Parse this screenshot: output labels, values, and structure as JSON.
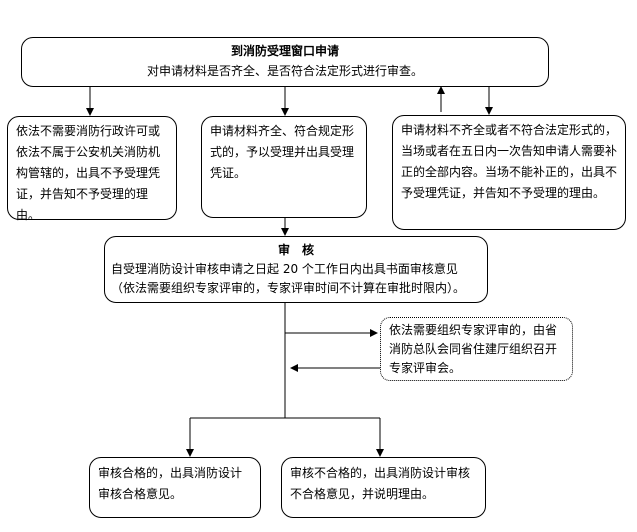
{
  "top_box": {
    "title": "到消防受理窗口申请",
    "subtitle": "对申请材料是否齐全、是否符合法定形式进行审查。"
  },
  "left_box": {
    "text": "依法不需要消防行政许可或依法不属于公安机关消防机构管辖的，出具不予受理凭证，并告知不予受理的理由。"
  },
  "middle_box": {
    "text": "申请材料齐全、符合规定形式的，予以受理并出具受理凭证。"
  },
  "right_box": {
    "text": "申请材料不齐全或者不符合法定形式的，当场或者在五日内一次告知申请人需要补正的全部内容。当场不能补正的，出具不予受理凭证，并告知不予受理的理由。"
  },
  "review_box": {
    "title": "审　核",
    "text": "自受理消防设计审核申请之日起 20 个工作日内出具书面审核意见（依法需要组织专家评审的，专家评审时间不计算在审批时限内）。"
  },
  "expert_box": {
    "text": "依法需要组织专家评审的，由省消防总队会同省住建厅组织召开专家评审会。"
  },
  "pass_box": {
    "text": "审核合格的，出具消防设计审核合格意见。"
  },
  "fail_box": {
    "text": "审核不合格的，出具消防设计审核不合格意见，并说明理由。"
  }
}
